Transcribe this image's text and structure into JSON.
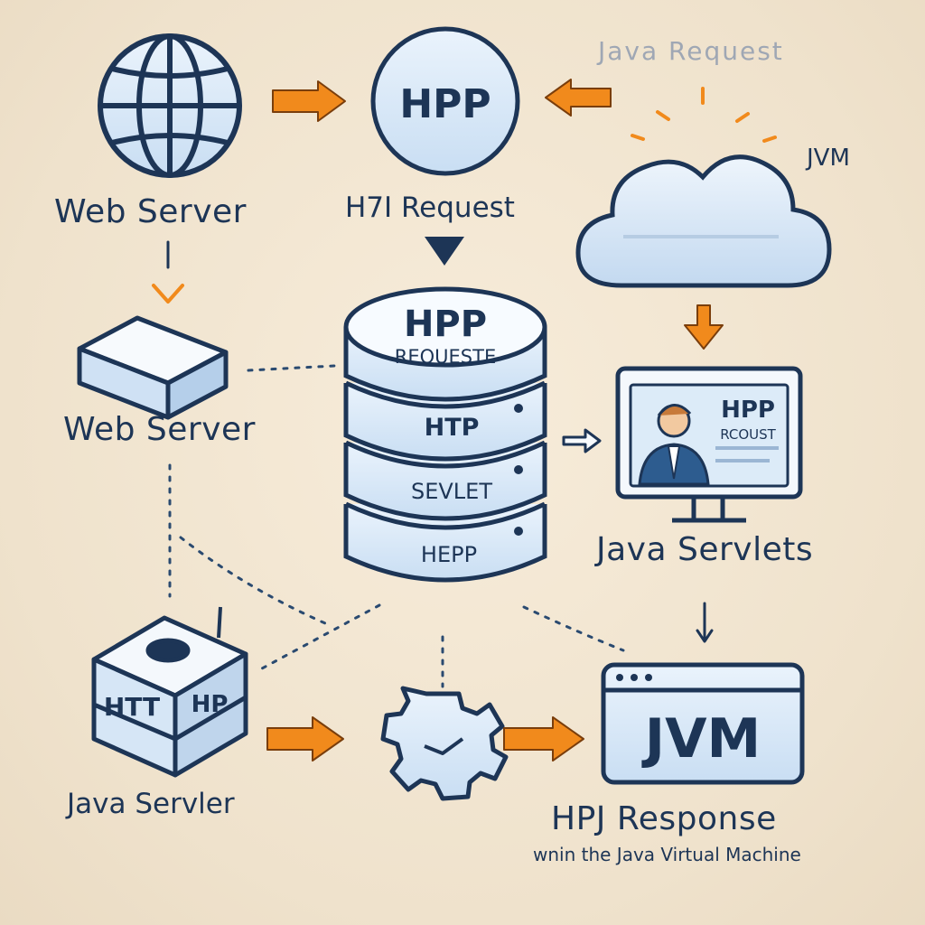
{
  "labels": {
    "top_faint": "Java Request",
    "jvm_top": "JVM",
    "web_server_top": "Web Server",
    "http_request": "H7I Request",
    "web_server_mid": "Web Server",
    "java_servlets": "Java Servlets",
    "java_server": "Java Servler",
    "http_response": "HPJ Response",
    "response_caption": "wnin the Java Virtual Machine"
  },
  "shapes": {
    "top_circle": "HPP",
    "db_top_line1": "HPP",
    "db_top_line2": "REQUESTE",
    "db_layer2": "HTP",
    "db_layer3": "SEVLET",
    "db_layer4": "HEPP",
    "monitor_line1": "HPP",
    "monitor_line2": "RCOUST",
    "server_box_left": "HTT",
    "server_box_right": "HP",
    "jvm_window": "JVM"
  },
  "icons": [
    "globe-icon",
    "http-circle-icon",
    "cloud-icon",
    "server-box-icon",
    "database-stack-icon",
    "monitor-person-icon",
    "server-cube-icon",
    "gear-icon",
    "browser-window-icon"
  ],
  "colors": {
    "background": "#f2e6d2",
    "outline": "#1d3556",
    "fill_light_blue": "#dcebf8",
    "arrow_orange": "#f18a1c",
    "text_dark": "#1d3556"
  }
}
